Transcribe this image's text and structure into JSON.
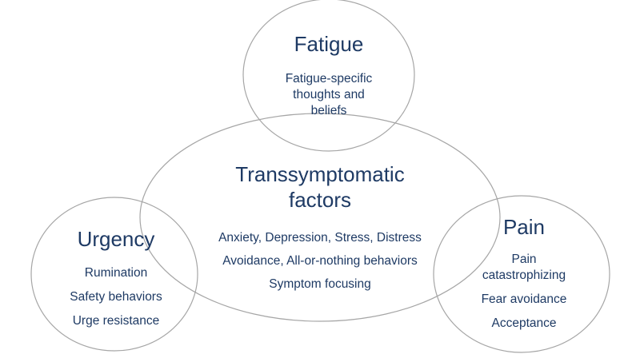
{
  "colors": {
    "text": "#1e3a64",
    "outline": "#a6a6a6",
    "background": "#ffffff"
  },
  "fatigue": {
    "title": "Fatigue",
    "items": [
      "Fatigue-specific",
      "thoughts and",
      "beliefs"
    ]
  },
  "transsymptomatic": {
    "title_line1": "Transsymptomatic",
    "title_line2": "factors",
    "items": [
      "Anxiety, Depression, Stress, Distress",
      "Avoidance, All-or-nothing behaviors",
      "Symptom focusing"
    ]
  },
  "urgency": {
    "title": "Urgency",
    "items": [
      "Rumination",
      "Safety behaviors",
      "Urge resistance"
    ]
  },
  "pain": {
    "title": "Pain",
    "items": [
      "Pain",
      "catastrophizing",
      "Fear avoidance",
      "Acceptance"
    ]
  }
}
